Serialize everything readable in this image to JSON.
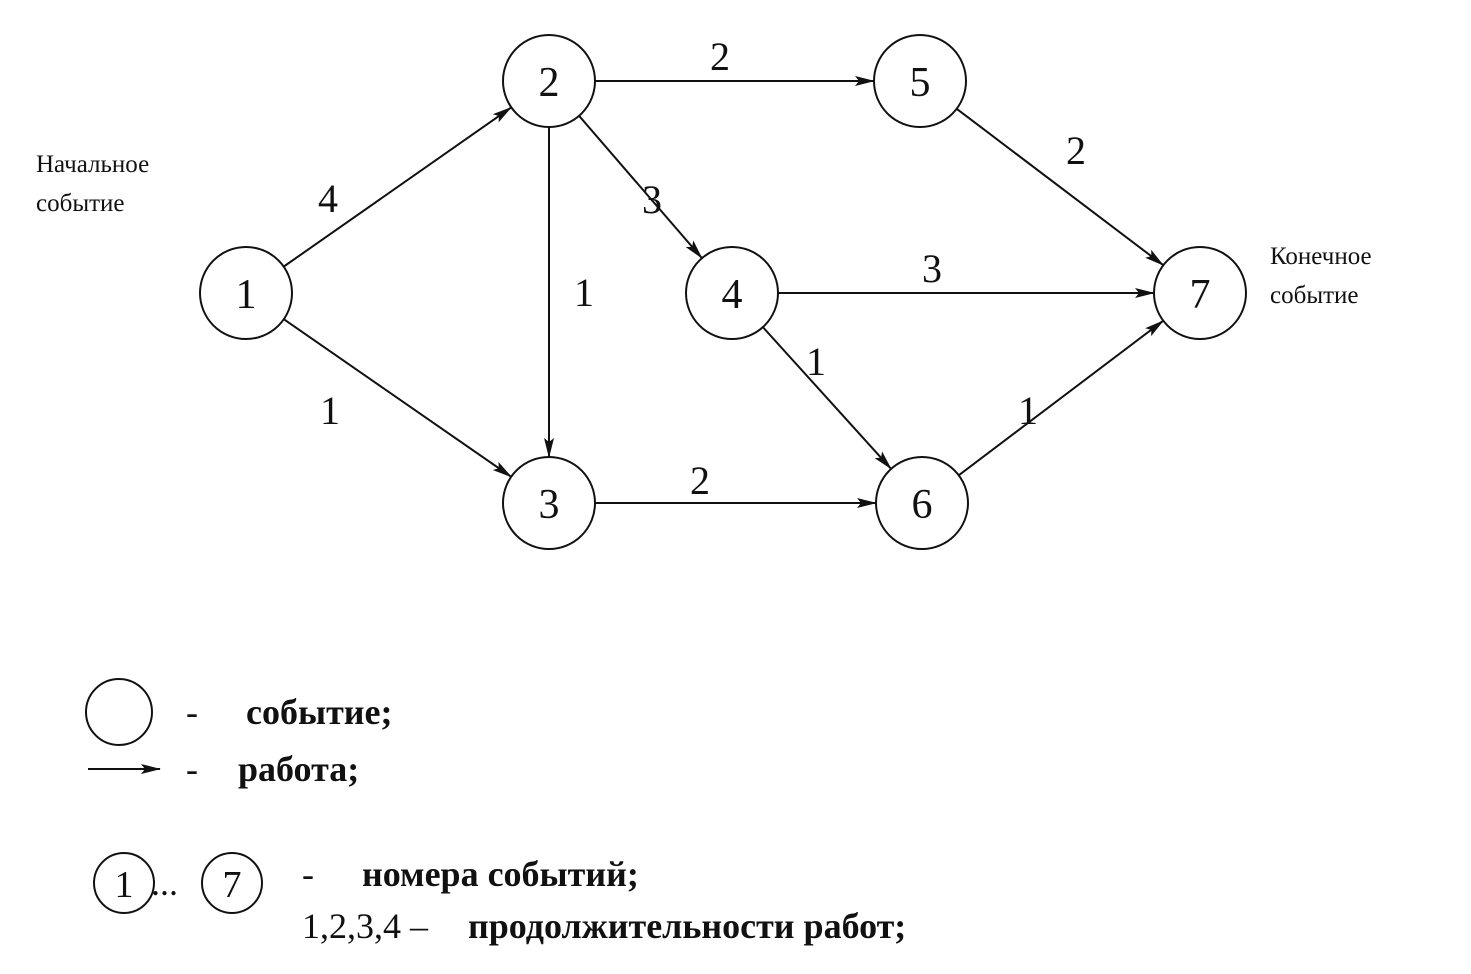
{
  "nodes": [
    {
      "id": "1",
      "label": "1"
    },
    {
      "id": "2",
      "label": "2"
    },
    {
      "id": "3",
      "label": "3"
    },
    {
      "id": "4",
      "label": "4"
    },
    {
      "id": "5",
      "label": "5"
    },
    {
      "id": "6",
      "label": "6"
    },
    {
      "id": "7",
      "label": "7"
    }
  ],
  "edges": [
    {
      "from": "1",
      "to": "2",
      "label": "4"
    },
    {
      "from": "1",
      "to": "3",
      "label": "1"
    },
    {
      "from": "2",
      "to": "3",
      "label": "1"
    },
    {
      "from": "2",
      "to": "4",
      "label": "3"
    },
    {
      "from": "2",
      "to": "5",
      "label": "2"
    },
    {
      "from": "3",
      "to": "6",
      "label": "2"
    },
    {
      "from": "4",
      "to": "6",
      "label": "1"
    },
    {
      "from": "4",
      "to": "7",
      "label": "3"
    },
    {
      "from": "5",
      "to": "7",
      "label": "2"
    },
    {
      "from": "6",
      "to": "7",
      "label": "1"
    }
  ],
  "annotations": {
    "start_line1": "Начальное",
    "start_line2": "событие",
    "end_line1": "Конечное",
    "end_line2": "событие"
  },
  "legend": {
    "dash": "-",
    "event_label": "событие;",
    "work_label": "работа;",
    "range_first": "1",
    "range_ellipsis": "...",
    "range_last": "7",
    "numbers_label": "номера событий;",
    "durations_values": "1,2,3,4 –",
    "durations_label": "продолжительности работ;"
  }
}
